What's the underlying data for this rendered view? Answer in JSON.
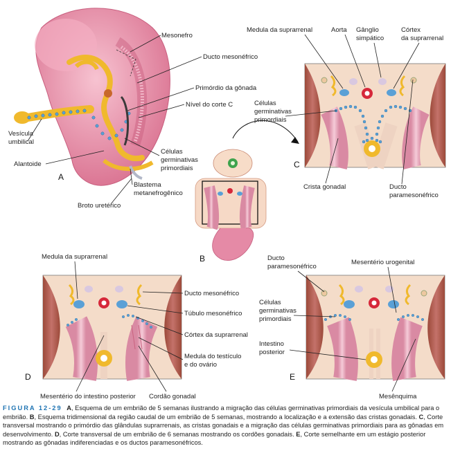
{
  "panels": {
    "A": "A",
    "B": "B",
    "C": "C",
    "D": "D",
    "E": "E"
  },
  "panel_a": {
    "mesonefro": "Mesonefro",
    "ducto_mesonefrico": "Ducto mesonéfrico",
    "primordio_gonada": "Primórdio da gônada",
    "nivel_corte": "Nível do corte C",
    "vesicula_1": "Vesícula",
    "vesicula_2": "umbilical",
    "alantoide": "Alantoide",
    "celulas_1": "Células",
    "celulas_2": "germinativas",
    "celulas_3": "primordiais",
    "blastema_1": "Blastema",
    "blastema_2": "metanefrogênico",
    "broto": "Broto uretérico"
  },
  "panel_c": {
    "medula": "Medula da suprarrenal",
    "aorta": "Aorta",
    "ganglio_1": "Gânglio",
    "ganglio_2": "simpático",
    "cortex_1": "Córtex",
    "cortex_2": "da suprarrenal",
    "celulas_1": "Células",
    "celulas_2": "germinativas",
    "celulas_3": "primordiais",
    "crista": "Crista gonadal",
    "ducto_para_1": "Ducto",
    "ducto_para_2": "paramesonéfrico"
  },
  "panel_d": {
    "medula": "Medula da suprarrenal",
    "ducto_meso": "Ducto mesonéfrico",
    "tubulo": "Túbulo mesonéfrico",
    "cortex": "Córtex da suprarrenal",
    "medula_test_1": "Medula do testículo",
    "medula_test_2": "e do ovário",
    "mesenterio": "Mesentério do intestino posterior",
    "cordao": "Cordão gonadal"
  },
  "panel_e": {
    "ducto_1": "Ducto",
    "ducto_2": "paramesonéfrico",
    "mesenterio_uro": "Mesentério urogenital",
    "celulas_1": "Células",
    "celulas_2": "germinativas",
    "celulas_3": "primordiais",
    "intestino_1": "Intestino",
    "intestino_2": "posterior",
    "mesenquima": "Mesênquima"
  },
  "caption": {
    "figure_label": "FIGURA 12-29",
    "A": "A",
    "text_a": ", Esquema de um embrião de 5 semanas ilustrando a migração das células germinativas primordiais da vesícula umbilical para o embrião. ",
    "B": "B",
    "text_b": ", Esquema tridimensional da região caudal de um embrião de 5 semanas, mostrando a localização e a extensão das cristas gonadais. ",
    "C": "C",
    "text_c": ", Corte transversal mostrando o primórdio das glândulas suprarrenais, as cristas gonadais e a migração das células germinativas primordiais para as gônadas em desenvolvimento. ",
    "D": "D",
    "text_d": ", Corte transversal de um embrião de 6 semanas mostrando os cordões gonadais. ",
    "E": "E",
    "text_e": ", Corte semelhante em um estágio posterior mostrando as gônadas indiferenciadas e os ductos paramesonéfricos."
  },
  "colors": {
    "embryo": "#e68aa5",
    "tissue": "#f6d9c6",
    "gut": "#e8b13a",
    "cell": "#5aa0d6",
    "aorta": "#d6283a",
    "frame_bg": "#f4dcc9"
  }
}
